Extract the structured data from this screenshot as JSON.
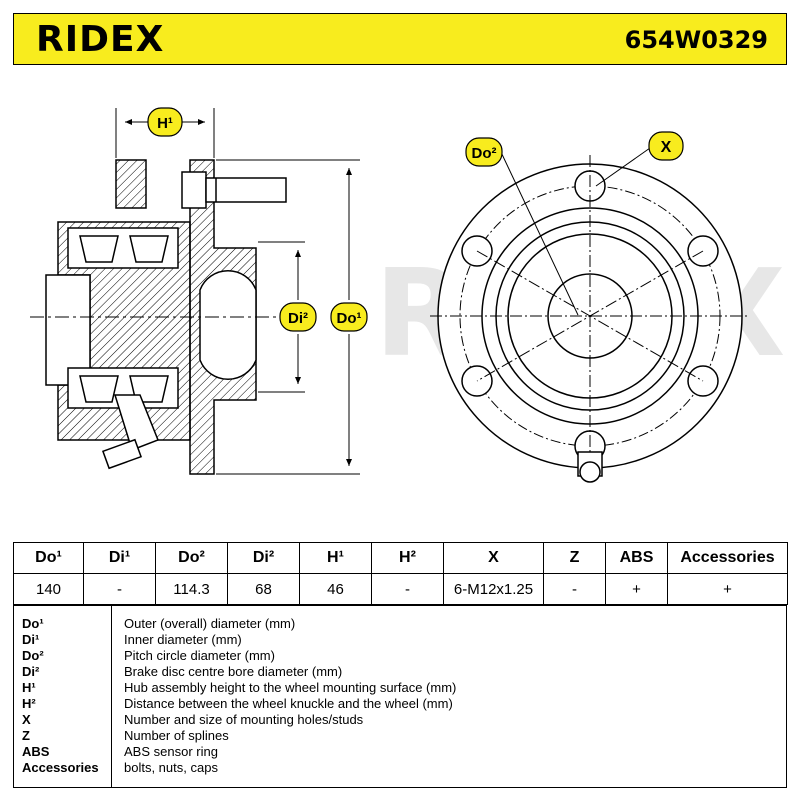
{
  "header": {
    "brand": "RIDEX",
    "part_number": "654W0329",
    "accent_color": "#f8ec1e"
  },
  "drawing": {
    "labels": {
      "h1": "H¹",
      "di2": "Di²",
      "do1": "Do¹",
      "do2": "Do²",
      "x": "X"
    }
  },
  "spec_table": {
    "headers": [
      "Do¹",
      "Di¹",
      "Do²",
      "Di²",
      "H¹",
      "H²",
      "X",
      "Z",
      "ABS",
      "Accessories"
    ],
    "values": [
      "140",
      "-",
      "114.3",
      "68",
      "46",
      "-",
      "6-M12x1.25",
      "-",
      "+",
      "+"
    ]
  },
  "legend": [
    {
      "key": "Do¹",
      "desc": "Outer (overall) diameter (mm)"
    },
    {
      "key": "Di¹",
      "desc": "Inner diameter (mm)"
    },
    {
      "key": "Do²",
      "desc": "Pitch circle diameter (mm)"
    },
    {
      "key": "Di²",
      "desc": "Brake disc centre bore diameter (mm)"
    },
    {
      "key": "H¹",
      "desc": "Hub assembly height to the wheel mounting surface (mm)"
    },
    {
      "key": "H²",
      "desc": "Distance between the wheel knuckle and the wheel (mm)"
    },
    {
      "key": "X",
      "desc": "Number and size of mounting holes/studs"
    },
    {
      "key": "Z",
      "desc": "Number of splines"
    },
    {
      "key": "ABS",
      "desc": "ABS sensor ring"
    },
    {
      "key": "Accessories",
      "desc": "bolts, nuts, caps"
    }
  ]
}
